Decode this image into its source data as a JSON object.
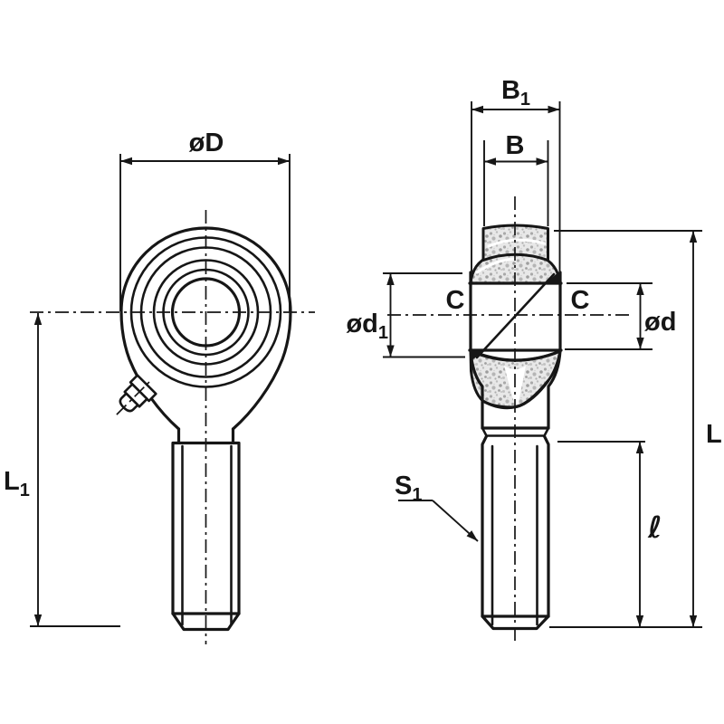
{
  "meta": {
    "description": "Engineering line drawing of a male-threaded rod end bearing (heim joint), front view and sectioned side view with dimension callouts",
    "views": [
      "front-view-with-ball-bore",
      "side-section-view"
    ]
  },
  "colors": {
    "line": "#161616",
    "bg": "#ffffff",
    "stip": "#e8e8e8"
  },
  "labels": {
    "phi_D": {
      "prefix": "ø",
      "base": "D"
    },
    "B1": {
      "base": "B",
      "sub": "1"
    },
    "B": {
      "base": "B"
    },
    "L1": {
      "base": "L",
      "sub": "1"
    },
    "phi_d1": {
      "prefix": "ø",
      "base": "d",
      "sub": "1"
    },
    "phi_d": {
      "prefix": "ø",
      "base": "d"
    },
    "C_left": {
      "base": "C"
    },
    "C_right": {
      "base": "C"
    },
    "S1": {
      "base": "S",
      "sub": "1"
    },
    "ell": {
      "base": "ℓ"
    },
    "L": {
      "base": "L"
    }
  }
}
